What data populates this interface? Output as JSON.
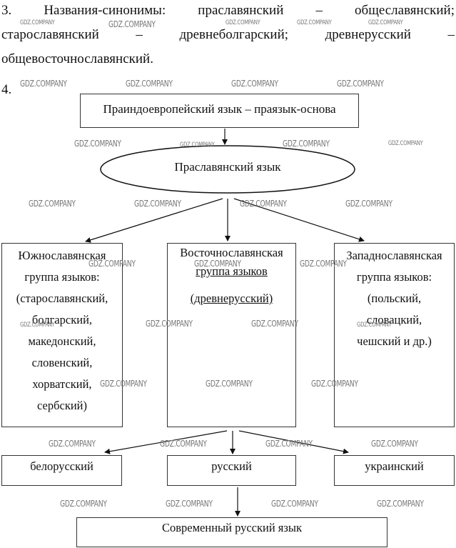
{
  "item3": {
    "number": "3.",
    "line1": [
      "Названия-синонимы:",
      "праславянский",
      "–",
      "общеславянский;"
    ],
    "line2": [
      "старославянский",
      "–",
      "древнеболгарский;",
      "древнерусский",
      "–"
    ],
    "line3": "общевосточнославянский."
  },
  "item4": {
    "number": "4."
  },
  "diagram": {
    "root": "Праиндоевропейский язык – праязык-основа",
    "protoslavic": "Праславянский язык",
    "groups": {
      "south": [
        "Южнославянская",
        "группа языков:",
        "(старославянский,",
        "болгарский,",
        "македонский,",
        "словенский,",
        "хорватский,",
        "сербский)"
      ],
      "east": [
        "Восточнославянская",
        "группа языков",
        "(древнерусский)"
      ],
      "west": [
        "Западнославянская",
        "группа языков:",
        "(польский,",
        "словацкий,",
        "чешский и др.)"
      ]
    },
    "east_languages": [
      "белорусский",
      "русский",
      "украинский"
    ],
    "modern": "Современный русский язык"
  },
  "watermark": "GDZ.COMPANY"
}
